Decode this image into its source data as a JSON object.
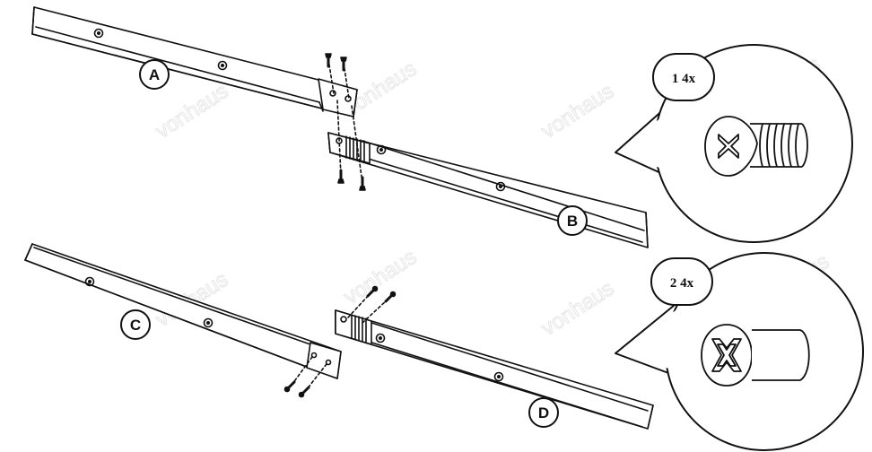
{
  "watermark": "vonhaus",
  "parts": {
    "a": "A",
    "b": "B",
    "c": "C",
    "d": "D"
  },
  "callouts": {
    "one": "1  4x",
    "two": "2  4x"
  },
  "colors": {
    "stroke": "#111111",
    "watermark": "#e6e6e6",
    "background": "#ffffff"
  },
  "icons": {
    "screw_one": "phillips-machine-screw-icon",
    "screw_two": "countersunk-bolt-icon"
  }
}
